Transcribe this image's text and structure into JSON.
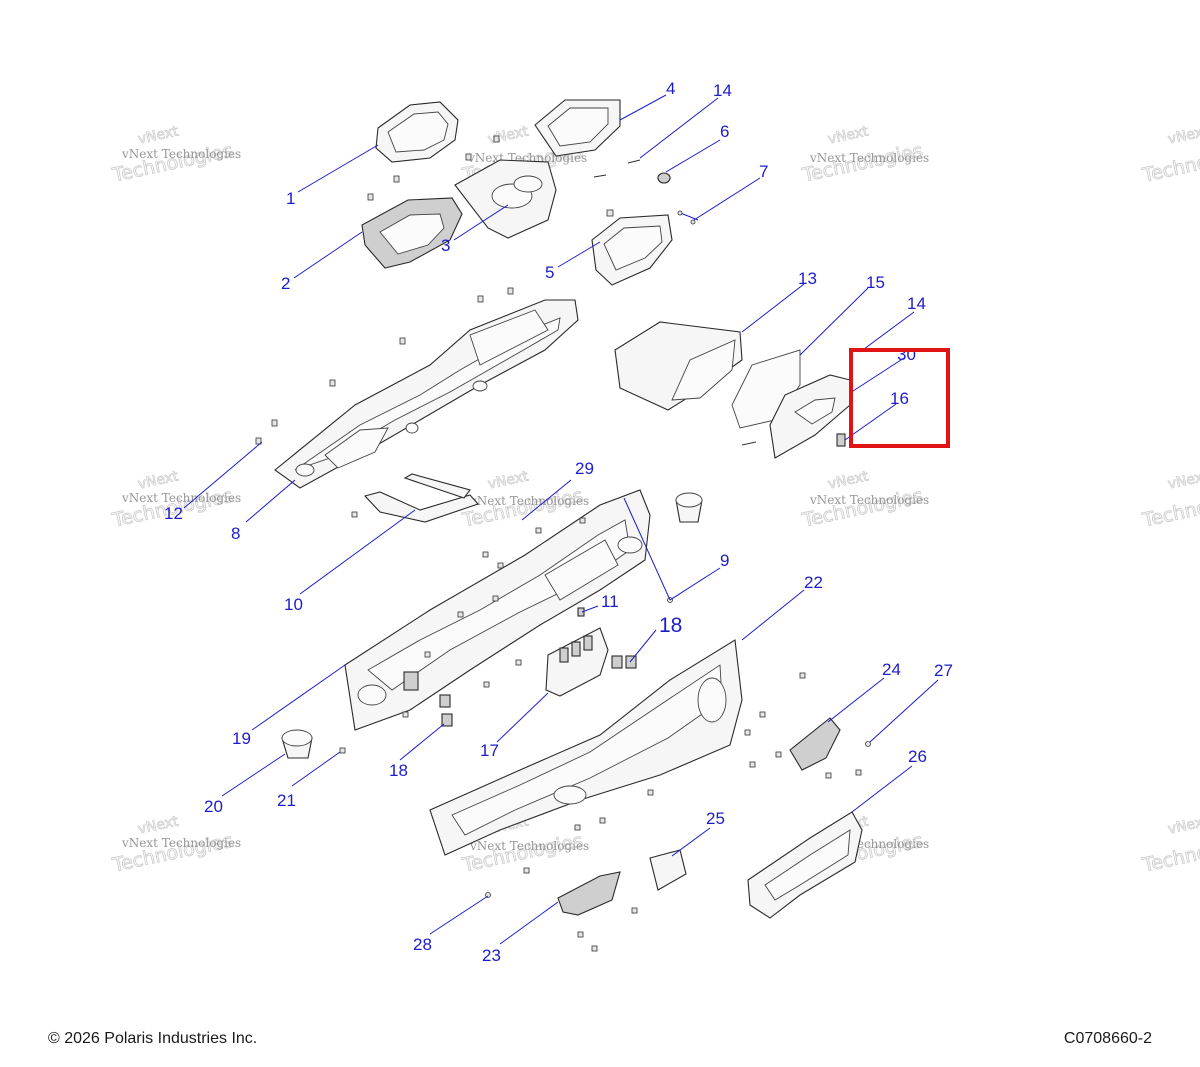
{
  "watermark": {
    "line1": "vNext Technologies",
    "line2": "Technologies",
    "line3": "vNext"
  },
  "highlight_color": "#e01414",
  "callout_color": "#1c1ccc",
  "callouts": {
    "c1": "1",
    "c2": "2",
    "c3": "3",
    "c4": "4",
    "c5": "5",
    "c6": "6",
    "c7": "7",
    "c8": "8",
    "c9": "9",
    "c10": "10",
    "c11": "11",
    "c12": "12",
    "c13": "13",
    "c14a": "14",
    "c14b": "14",
    "c15": "15",
    "c16": "16",
    "c17": "17",
    "c18a": "18",
    "c18b": "18",
    "c19": "19",
    "c20": "20",
    "c21": "21",
    "c22": "22",
    "c23": "23",
    "c24": "24",
    "c25": "25",
    "c26": "26",
    "c27": "27",
    "c28": "28",
    "c29": "29",
    "c30": "30"
  },
  "footer": {
    "copyright": "© 2026 Polaris Industries Inc.",
    "diagram_id": "C0708660-2"
  }
}
